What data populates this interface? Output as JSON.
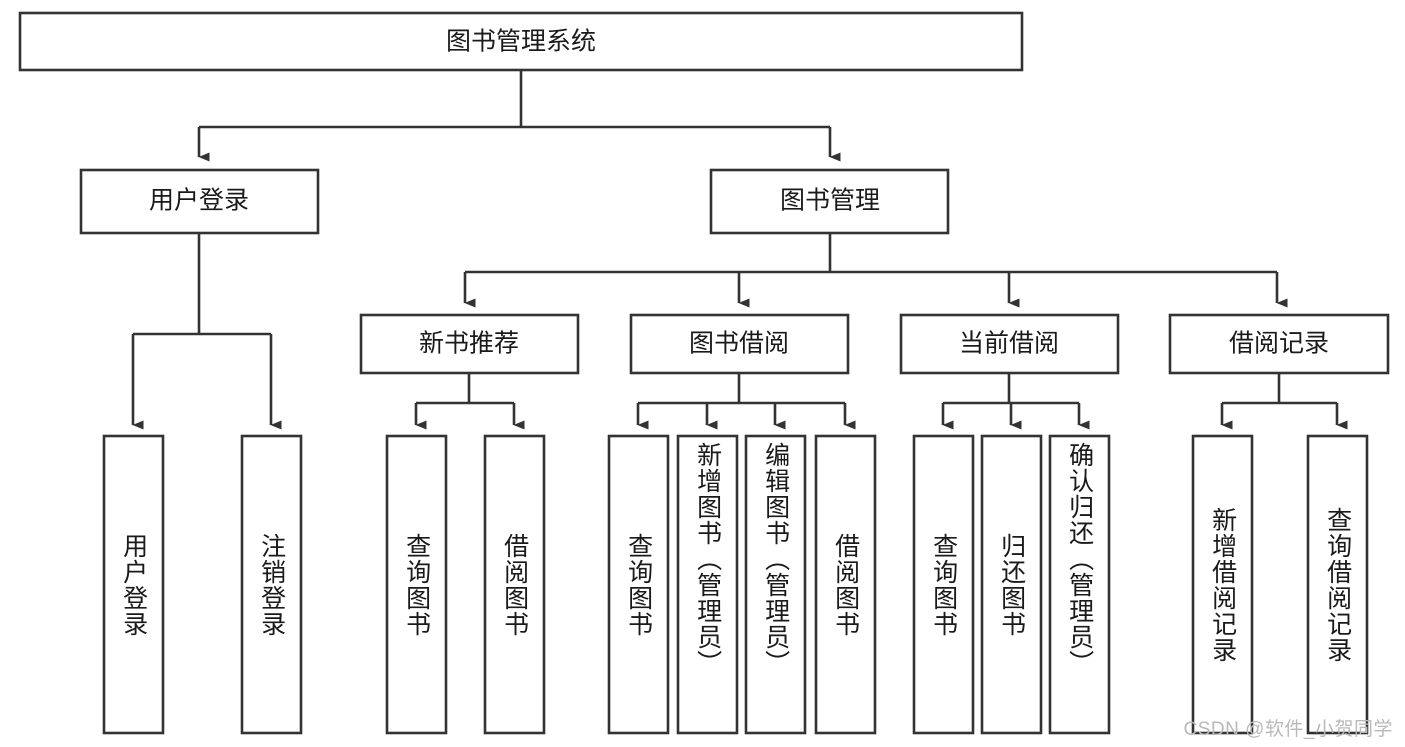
{
  "diagram": {
    "type": "tree",
    "title": "图书管理系统",
    "watermark": "CSDN @软件_小贺同学",
    "nodes": {
      "root": {
        "label": "图书管理系统",
        "level": 0,
        "orientation": "horizontal"
      },
      "user_login": {
        "label": "用户登录",
        "level": 1,
        "orientation": "horizontal"
      },
      "book_manage": {
        "label": "图书管理",
        "level": 1,
        "orientation": "horizontal"
      },
      "new_book_rec": {
        "label": "新书推荐",
        "level": 2,
        "orientation": "horizontal"
      },
      "book_borrow": {
        "label": "图书借阅",
        "level": 2,
        "orientation": "horizontal"
      },
      "current_borrow": {
        "label": "当前借阅",
        "level": 2,
        "orientation": "horizontal"
      },
      "borrow_record": {
        "label": "借阅记录",
        "level": 2,
        "orientation": "horizontal"
      },
      "leaf_user_login": {
        "label": "用户登录",
        "level": 2,
        "orientation": "vertical"
      },
      "leaf_logout": {
        "label": "注销登录",
        "level": 2,
        "orientation": "vertical"
      },
      "leaf_query_book_1": {
        "label": "查询图书",
        "level": 3,
        "orientation": "vertical"
      },
      "leaf_borrow_book_1": {
        "label": "借阅图书",
        "level": 3,
        "orientation": "vertical"
      },
      "leaf_query_book_2": {
        "label": "查询图书",
        "level": 3,
        "orientation": "vertical"
      },
      "leaf_add_book": {
        "label": "新增图书（管理员）",
        "level": 3,
        "orientation": "vertical"
      },
      "leaf_edit_book": {
        "label": "编辑图书（管理员）",
        "level": 3,
        "orientation": "vertical"
      },
      "leaf_borrow_book_2": {
        "label": "借阅图书",
        "level": 3,
        "orientation": "vertical"
      },
      "leaf_query_book_3": {
        "label": "查询图书",
        "level": 3,
        "orientation": "vertical"
      },
      "leaf_return_book": {
        "label": "归还图书",
        "level": 3,
        "orientation": "vertical"
      },
      "leaf_confirm_return": {
        "label": "确认归还（管理员）",
        "level": 3,
        "orientation": "vertical"
      },
      "leaf_add_record": {
        "label": "新增借阅记录",
        "level": 3,
        "orientation": "vertical"
      },
      "leaf_query_record": {
        "label": "查询借阅记录",
        "level": 3,
        "orientation": "vertical"
      }
    },
    "edges": [
      {
        "from": "root",
        "to": "user_login"
      },
      {
        "from": "root",
        "to": "book_manage"
      },
      {
        "from": "user_login",
        "to": "leaf_user_login"
      },
      {
        "from": "user_login",
        "to": "leaf_logout"
      },
      {
        "from": "book_manage",
        "to": "new_book_rec"
      },
      {
        "from": "book_manage",
        "to": "book_borrow"
      },
      {
        "from": "book_manage",
        "to": "current_borrow"
      },
      {
        "from": "book_manage",
        "to": "borrow_record"
      },
      {
        "from": "new_book_rec",
        "to": "leaf_query_book_1"
      },
      {
        "from": "new_book_rec",
        "to": "leaf_borrow_book_1"
      },
      {
        "from": "book_borrow",
        "to": "leaf_query_book_2"
      },
      {
        "from": "book_borrow",
        "to": "leaf_add_book"
      },
      {
        "from": "book_borrow",
        "to": "leaf_edit_book"
      },
      {
        "from": "book_borrow",
        "to": "leaf_borrow_book_2"
      },
      {
        "from": "current_borrow",
        "to": "leaf_query_book_3"
      },
      {
        "from": "current_borrow",
        "to": "leaf_return_book"
      },
      {
        "from": "current_borrow",
        "to": "leaf_confirm_return"
      },
      {
        "from": "borrow_record",
        "to": "leaf_add_record"
      },
      {
        "from": "borrow_record",
        "to": "leaf_query_record"
      }
    ],
    "colors": {
      "box_stroke": "#333333",
      "box_fill": "#ffffff",
      "text": "#1a1a1a",
      "watermark": "#b9b9b9",
      "background": "#ffffff"
    }
  }
}
